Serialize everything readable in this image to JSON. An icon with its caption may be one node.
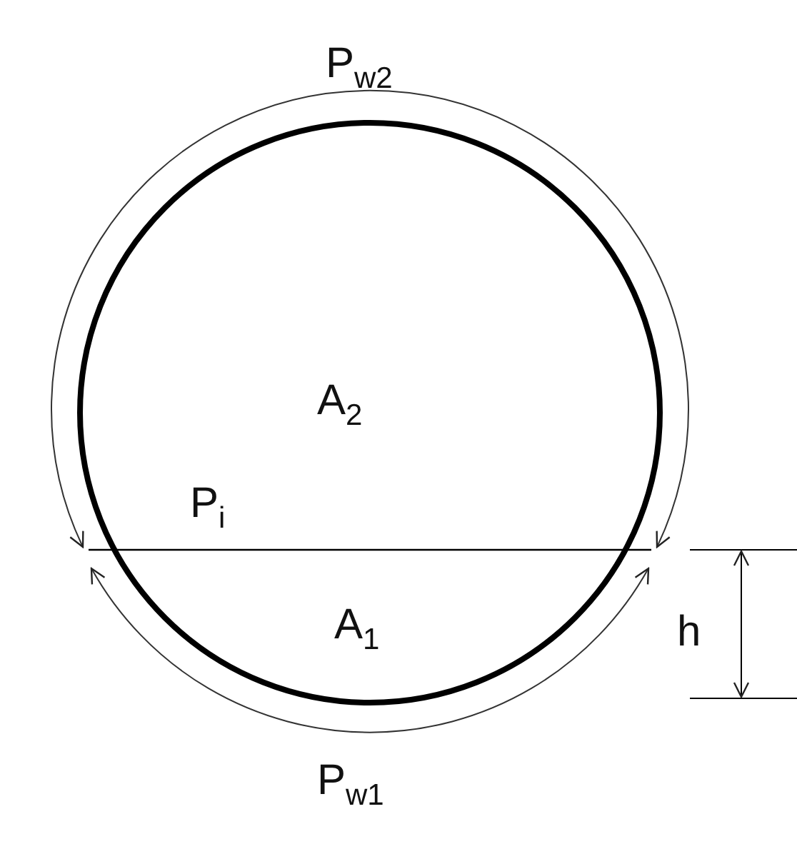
{
  "diagram": {
    "labels": [
      "P$_{w2}$",
      "A$_{2}$",
      "P$_{i}$",
      "A$_{1}$",
      "h",
      "P$_{w1}$"
    ]
  }
}
